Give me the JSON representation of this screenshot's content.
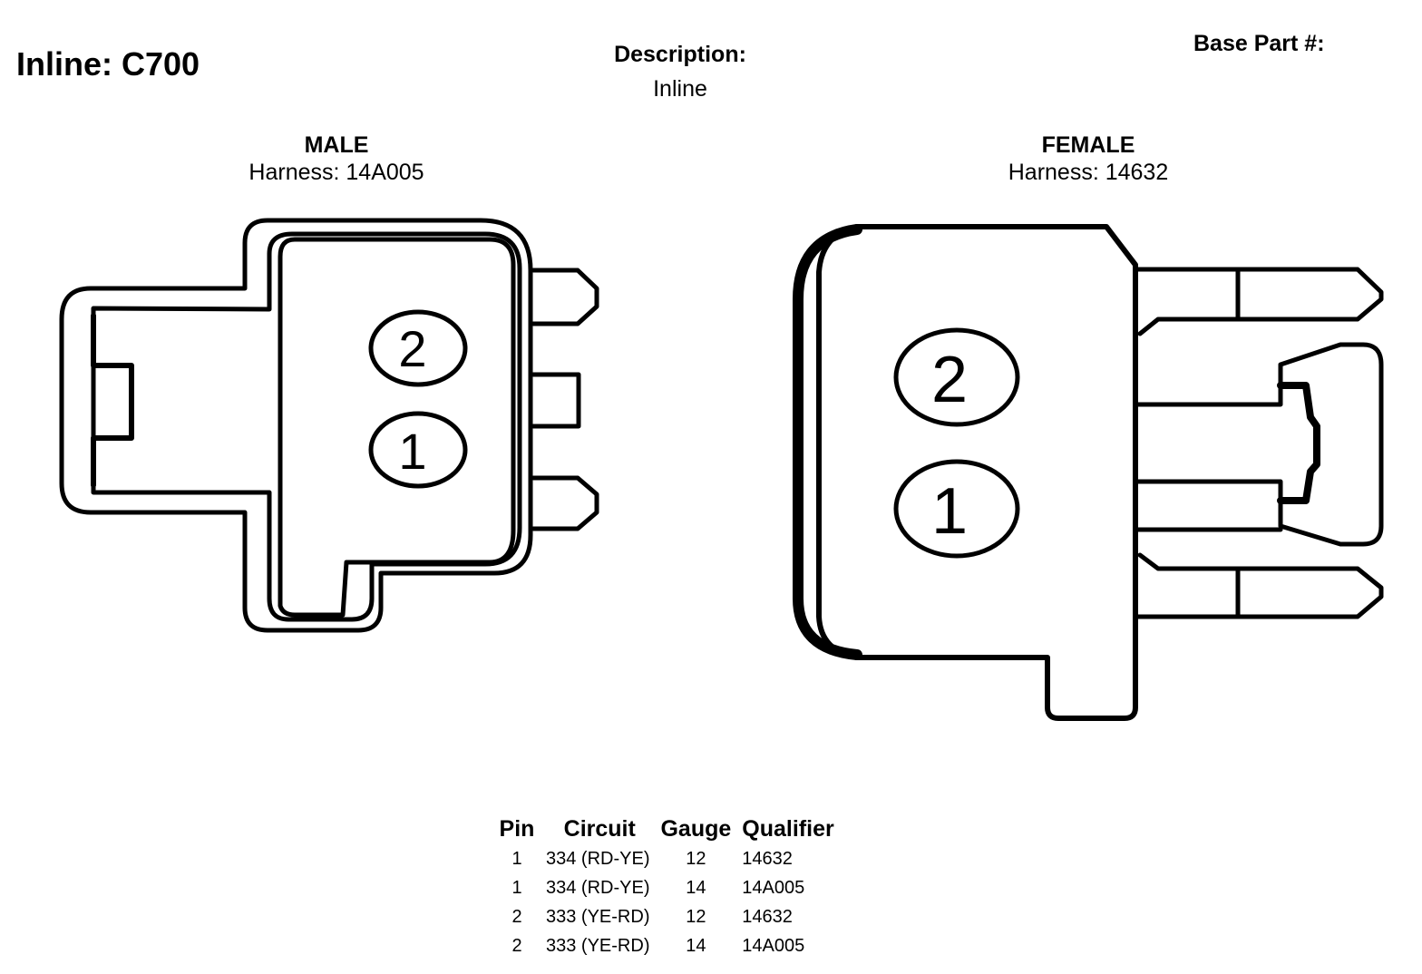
{
  "header": {
    "title": "Inline: C700",
    "description_label": "Description:",
    "description_value": "Inline",
    "base_part_label": "Base Part #:"
  },
  "male": {
    "heading": "MALE",
    "harness": "Harness: 14A005",
    "pins": [
      "2",
      "1"
    ]
  },
  "female": {
    "heading": "FEMALE",
    "harness": "Harness: 14632",
    "pins": [
      "2",
      "1"
    ]
  },
  "pin_table": {
    "headers": [
      "Pin",
      "Circuit",
      "Gauge",
      "Qualifier"
    ],
    "rows": [
      [
        "1",
        "334 (RD-YE)",
        "12",
        "14632"
      ],
      [
        "1",
        "334 (RD-YE)",
        "14",
        "14A005"
      ],
      [
        "2",
        "333 (YE-RD)",
        "12",
        "14632"
      ],
      [
        "2",
        "333 (YE-RD)",
        "14",
        "14A005"
      ]
    ]
  }
}
